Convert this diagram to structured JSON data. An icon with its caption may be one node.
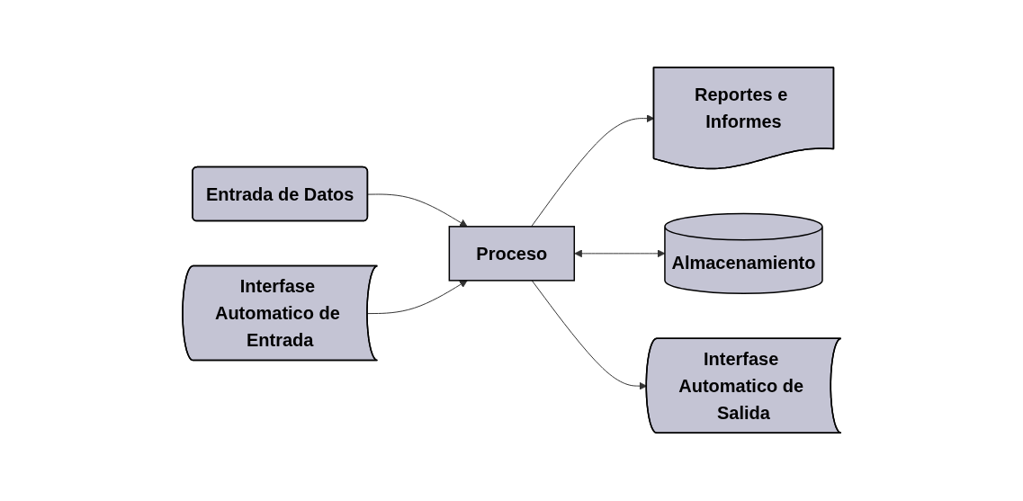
{
  "diagram": {
    "nodes": [
      {
        "text": [
          "Entrada de Datos"
        ]
      },
      {
        "text": [
          "Proceso"
        ]
      },
      {
        "text": [
          "Reportes e Informes"
        ]
      },
      {
        "text": [
          "Interfase Automatico de Entrada"
        ]
      },
      {
        "text": [
          "Almacenamiento"
        ]
      },
      {
        "text": [
          "Interfase Automatico de Salida"
        ]
      }
    ],
    "edges": [
      {
        "from": 0,
        "to": 1,
        "arrow": "to"
      },
      {
        "from": 3,
        "to": 1,
        "arrow": "to"
      },
      {
        "from": 1,
        "to": 2,
        "arrow": "to"
      },
      {
        "from": 1,
        "to": 4,
        "arrow": "both"
      },
      {
        "from": 1,
        "to": 5,
        "arrow": "to"
      }
    ]
  }
}
